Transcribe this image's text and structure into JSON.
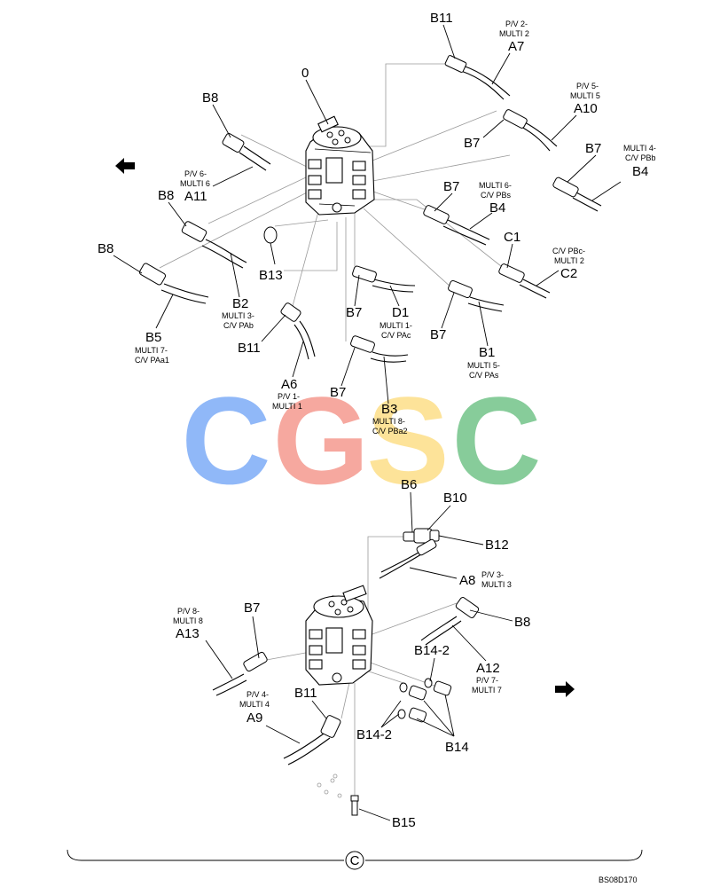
{
  "diagram": {
    "figure_code": "BS08D170",
    "view_mark": "C",
    "watermark": [
      "C",
      "G",
      "S",
      "C"
    ],
    "watermark_colors": [
      "#8ab4f8",
      "#f6a39a",
      "#fde293",
      "#81c995"
    ],
    "labels": {
      "upper_valve": "0",
      "top_b11": "B11",
      "a7": "A7",
      "a7_note": [
        "P/V 2-",
        "MULTI 2"
      ],
      "b8_a": "B8",
      "a10": "A10",
      "a10_note": [
        "P/V 5-",
        "MULTI 5"
      ],
      "b7_a": "B7",
      "b7_b": "B7",
      "b4_a": "B4",
      "b4_a_note": [
        "MULTI 4-",
        "C/V PBb"
      ],
      "a11": "A11",
      "a11_note": [
        "P/V 6-",
        "MULTI 6"
      ],
      "b8_b": "B8",
      "b7_c": "B7",
      "b4_b": "B4",
      "b4_b_note": [
        "MULTI 6-",
        "C/V PBs"
      ],
      "c1": "C1",
      "c2": "C2",
      "c2_note": [
        "C/V PBc-",
        "MULTI 2"
      ],
      "b8_c": "B8",
      "b13": "B13",
      "b2": "B2",
      "b2_note": [
        "MULTI 3-",
        "C/V PAb"
      ],
      "b7_d": "B7",
      "d1": "D1",
      "d1_note": [
        "MULTI 1-",
        "C/V PAc"
      ],
      "b7_e": "B7",
      "b1": "B1",
      "b1_note": [
        "MULTI 5-",
        "C/V PAs"
      ],
      "b5": "B5",
      "b5_note": [
        "MULTI 7-",
        "C/V PAa1"
      ],
      "b11_mid": "B11",
      "a6": "A6",
      "a6_note": [
        "P/V 1-",
        "MULTI 1"
      ],
      "b7_f": "B7",
      "b3": "B3",
      "b3_note": [
        "MULTI 8-",
        "C/V PBa2"
      ],
      "b6": "B6",
      "b10": "B10",
      "b12": "B12",
      "a8": "A8",
      "a8_note": [
        "P/V 3-",
        "MULTI 3"
      ],
      "b7_g": "B7",
      "a13": "A13",
      "a13_note": [
        "P/V 8-",
        "MULTI 8"
      ],
      "b8_d": "B8",
      "b14_2_a": "B14-2",
      "a12": "A12",
      "a12_note": [
        "P/V 7-",
        "MULTI 7"
      ],
      "b11_low": "B11",
      "a9": "A9",
      "a9_note": [
        "P/V 4-",
        "MULTI 4"
      ],
      "b14_2_b": "B14-2",
      "b14": "B14",
      "b15": "B15"
    }
  }
}
